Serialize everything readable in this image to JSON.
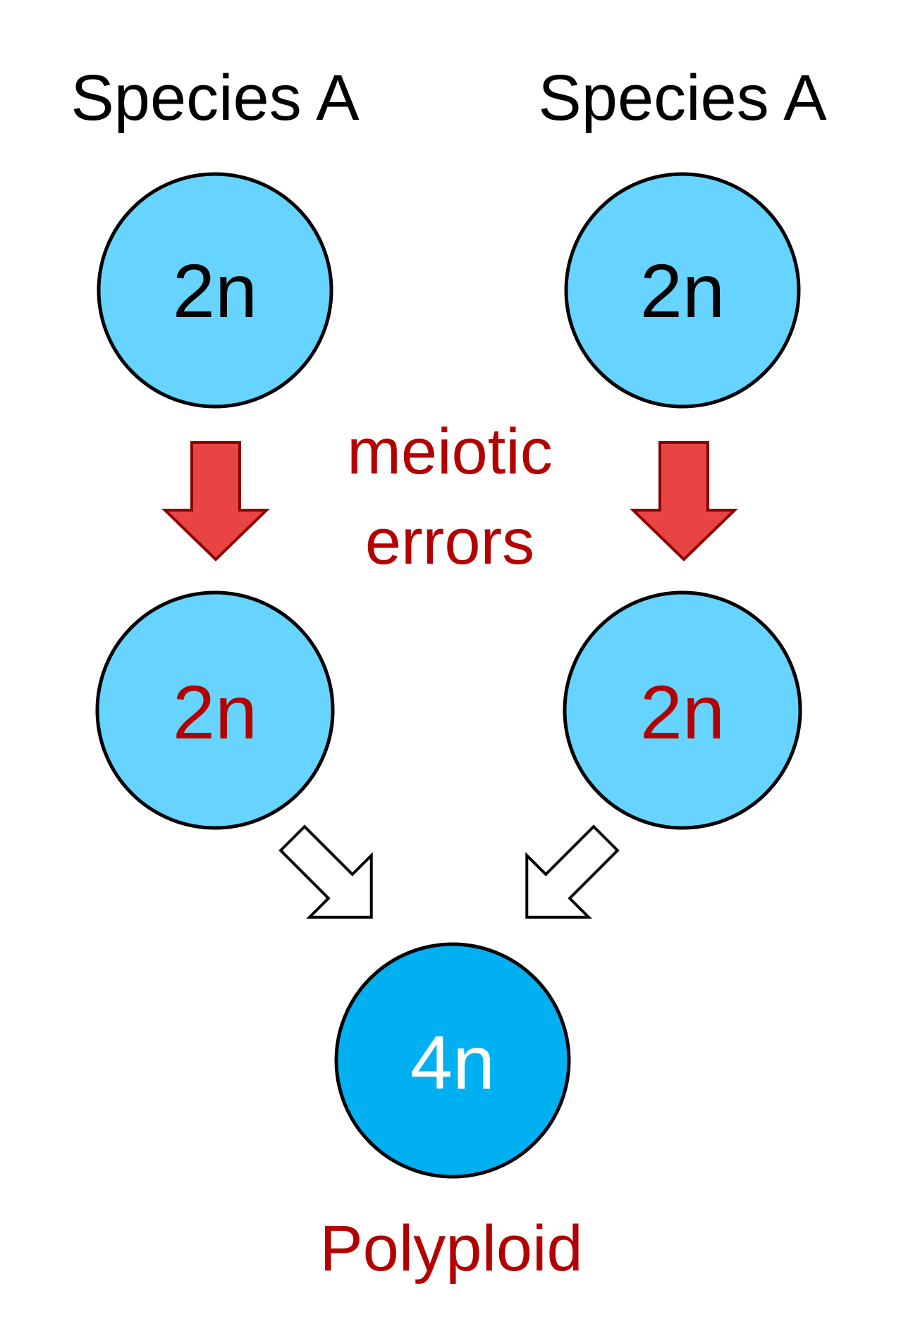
{
  "diagram": {
    "species_left": "Species A",
    "species_right": "Species A",
    "parent_left_ploidy": "2n",
    "parent_right_ploidy": "2n",
    "process_label_line1": "meiotic",
    "process_label_line2": "errors",
    "gamete_left_ploidy": "2n",
    "gamete_right_ploidy": "2n",
    "offspring_ploidy": "4n",
    "offspring_label": "Polyploid"
  },
  "colors": {
    "parent_cell_fill": "#66d4ff",
    "gamete_cell_fill": "#66d4ff",
    "offspring_cell_fill": "#00b0f0",
    "cell_stroke": "#000000",
    "parent_text": "#000000",
    "gamete_text": "#b30000",
    "offspring_text": "#ffffff",
    "accent_red_text": "#b30000",
    "meiosis_arrow_fill": "#e84444",
    "meiosis_arrow_stroke": "#8b0000",
    "fusion_arrow_fill": "#ffffff",
    "fusion_arrow_stroke": "#000000"
  }
}
